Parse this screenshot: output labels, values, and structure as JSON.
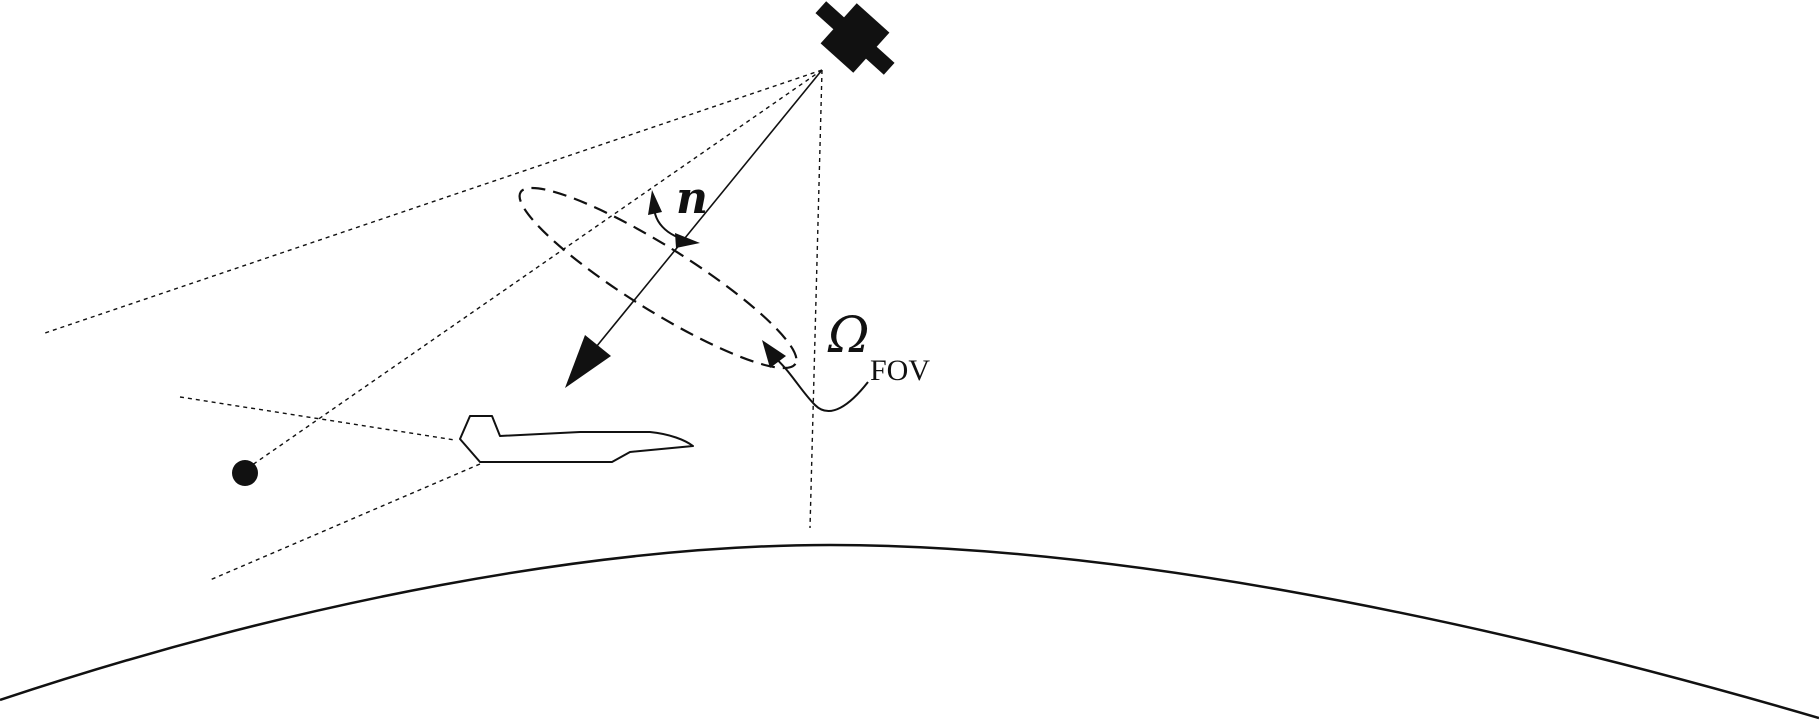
{
  "labels": {
    "normal_vector": "n",
    "fov_symbol": "Ω",
    "fov_subscript": "FOV"
  },
  "colors": {
    "ink": "#111111",
    "background": "#ffffff"
  },
  "icons": {
    "satellite": "satellite-icon",
    "aircraft": "hypersonic-vehicle-icon",
    "target_point": "point-target-icon"
  }
}
